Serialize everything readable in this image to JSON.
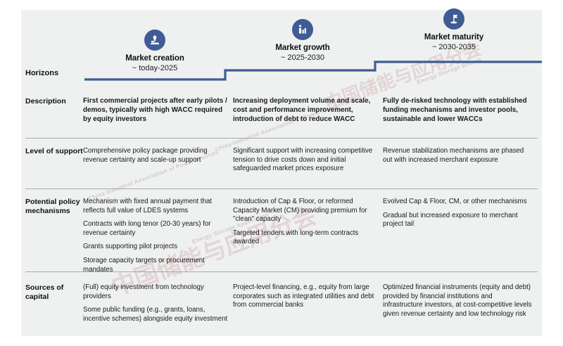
{
  "panel": {
    "bg_color": "#eef1f0",
    "accent_color": "#3f5c94"
  },
  "horizons": {
    "row_label": "Horizons",
    "phases": [
      {
        "icon": "rocket-launch-icon",
        "title": "Market creation",
        "date": "~ today-2025"
      },
      {
        "icon": "bar-chart-growth-icon",
        "title": "Market growth",
        "date": "~ 2025-2030"
      },
      {
        "icon": "flag-goal-icon",
        "title": "Market maturity",
        "date": "~ 2030-2035"
      }
    ]
  },
  "rows": [
    {
      "label": "Description",
      "bold": true,
      "cells": [
        [
          "First commercial projects after early pilots / demos, typically with high WACC required by equity investors"
        ],
        [
          "Increasing deployment volume and scale, cost and performance improvement, introduction of debt to reduce WACC"
        ],
        [
          "Fully de-risked technology with established funding mechanisms and investor pools, sustainable and lower WACCs"
        ]
      ]
    },
    {
      "label": "Level of support",
      "bold": false,
      "cells": [
        [
          "Comprehensive policy package providing revenue certainty and scale-up support"
        ],
        [
          "Significant support with increasing competitive tension to drive costs down and initial safeguarded market prices exposure"
        ],
        [
          "Revenue stabilization mechanisms are phased out with increased merchant exposure"
        ]
      ]
    },
    {
      "label": "Potential policy mechanisms",
      "bold": false,
      "cells": [
        [
          "Mechanism with fixed annual payment that reflects full value of LDES systems",
          "Contracts with long tenor (20-30 years) for revenue certainty",
          "Grants supporting pilot projects",
          "Storage capacity targets or procurement mandates"
        ],
        [
          "Introduction of Cap & Floor, or reformed Capacity Market (CM) providing premium for \"clean\" capacity",
          "Targeted tenders with long-term contracts awarded"
        ],
        [
          "Evolved Cap & Floor, CM, or other mechanisms",
          "Gradual but increased exposure to merchant project tail"
        ]
      ]
    },
    {
      "label": "Sources of capital",
      "bold": false,
      "cells": [
        [
          "(Full) equity investment from technology providers",
          "Some public funding (e.g., grants, loans, incentive schemes) alongside equity investment"
        ],
        [
          "Project-level financing, e.g., equity from large corporates such as integrated utilities and debt from commercial banks"
        ],
        [
          "Optimized financial instruments (equity and debt) provided by financial institutions and infrastructure investors, at cost-competitive levels given revenue certainty and low technology risk"
        ]
      ]
    }
  ],
  "watermarks": {
    "chinese": "中国储能与应用分会",
    "english_1": "Energy Storage Application",
    "english_2": "China Industrial Association of Power Sources",
    "english_3": "Energy Storage Branch"
  }
}
